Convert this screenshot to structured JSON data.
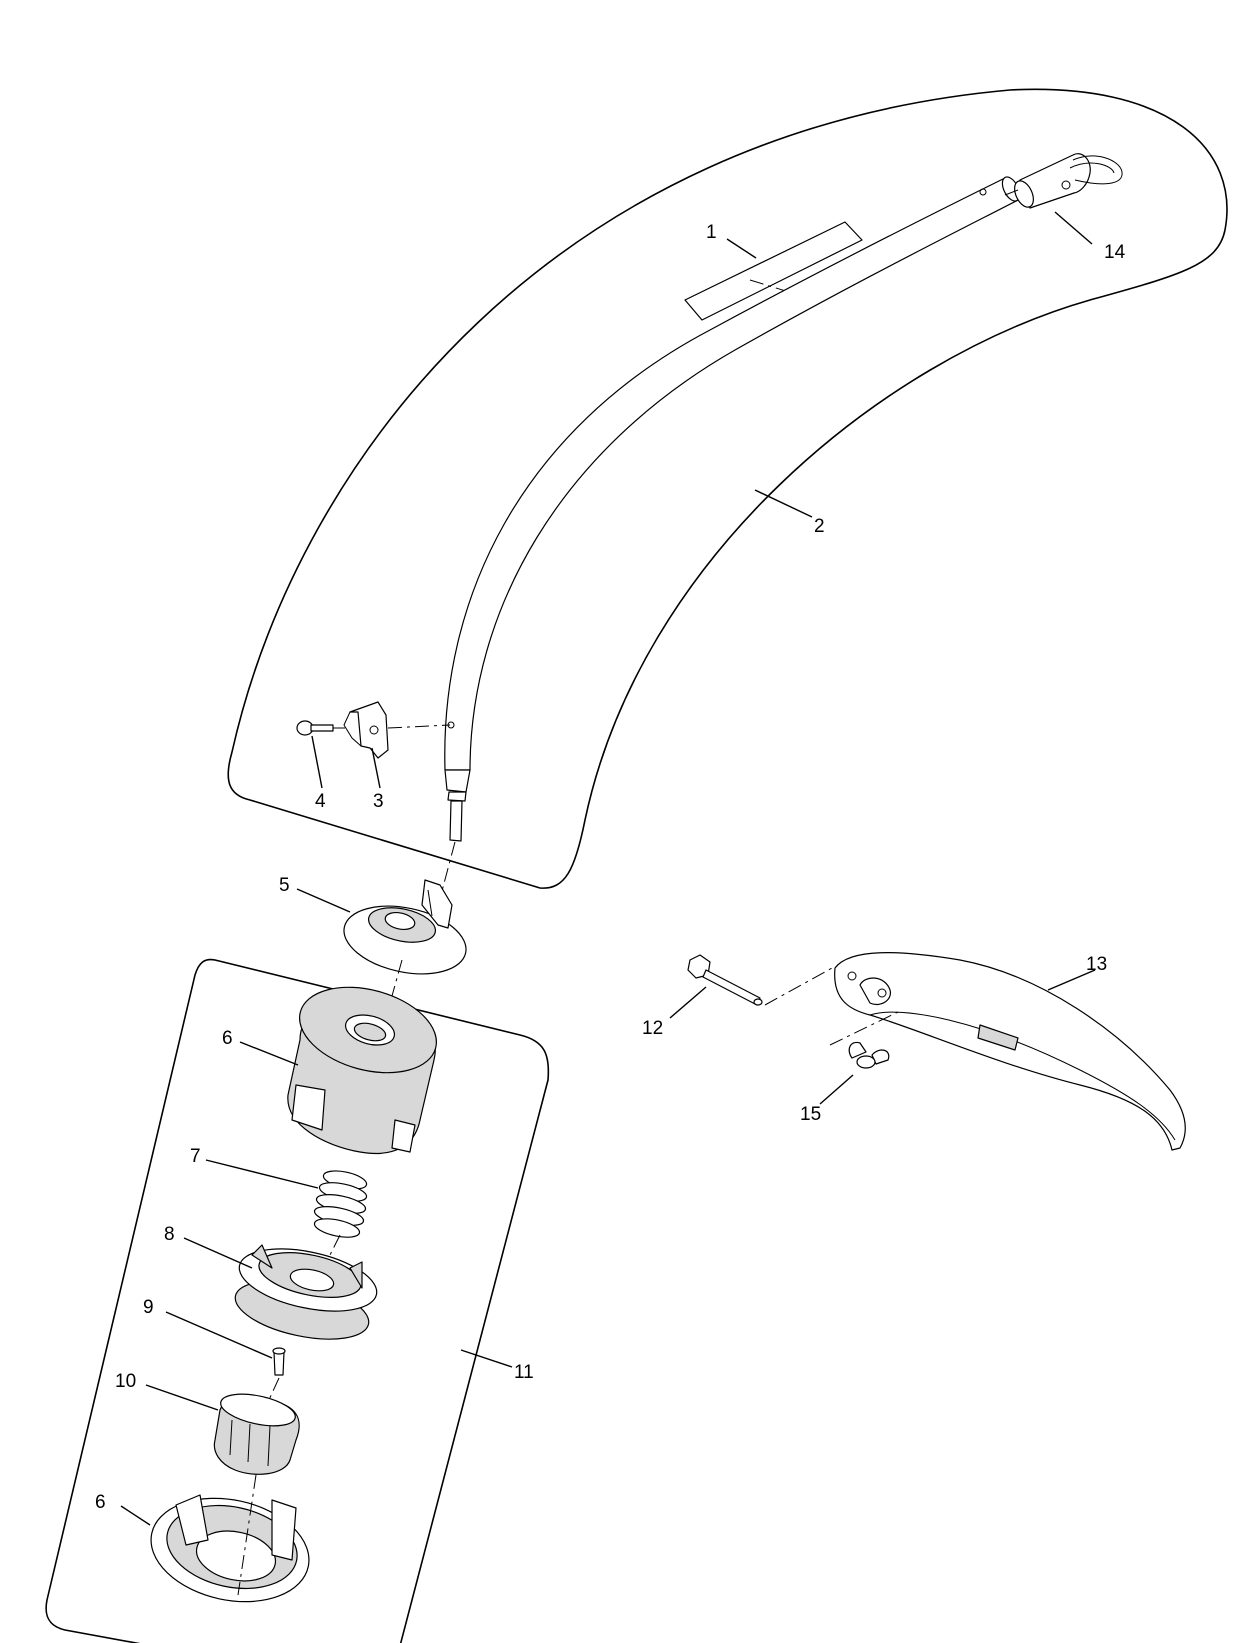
{
  "callouts": [
    {
      "key": "c1",
      "label": "1"
    },
    {
      "key": "c2",
      "label": "2"
    },
    {
      "key": "c3",
      "label": "3"
    },
    {
      "key": "c4",
      "label": "4"
    },
    {
      "key": "c5",
      "label": "5"
    },
    {
      "key": "c6a",
      "label": "6"
    },
    {
      "key": "c6b",
      "label": "6"
    },
    {
      "key": "c7",
      "label": "7"
    },
    {
      "key": "c8",
      "label": "8"
    },
    {
      "key": "c9",
      "label": "9"
    },
    {
      "key": "c10",
      "label": "10"
    },
    {
      "key": "c11",
      "label": "11"
    },
    {
      "key": "c12",
      "label": "12"
    },
    {
      "key": "c13",
      "label": "13"
    },
    {
      "key": "c14",
      "label": "14"
    },
    {
      "key": "c15",
      "label": "15"
    }
  ]
}
